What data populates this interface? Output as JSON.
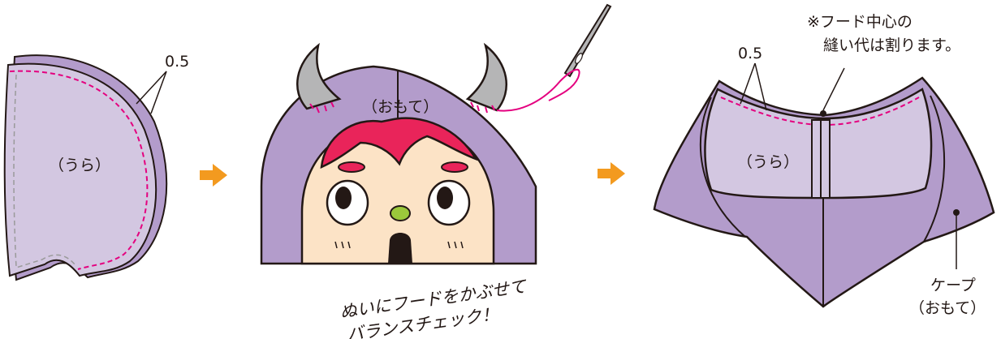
{
  "steps": {
    "step1": {
      "seam_allowance": "0.5",
      "side_label": "（うら）"
    },
    "step2": {
      "side_label": "（おもて）",
      "handwritten_note_line1": "ぬいにフードをかぶせて",
      "handwritten_note_line2": "バランスチェック！"
    },
    "step3": {
      "seam_allowance": "0.5",
      "center_note_line1": "※フード中心の",
      "center_note_line2": "縫い代は割ります。",
      "inner_label": "（うら）",
      "cape_label_line1": "ケープ",
      "cape_label_line2": "（おもて）"
    }
  },
  "colors": {
    "hood_purple": "#b39ccb",
    "hood_light": "#d3c7e1",
    "stitch_pink": "#e4007f",
    "horn_gray": "#b5b5b6",
    "hair_pink": "#e9245a",
    "face_skin": "#fce3c6",
    "arrow_orange": "#f39a1f",
    "nose_green": "#9bc83b",
    "outline": "#231815"
  },
  "icons": [
    "arrow-right-icon",
    "sewing-needle-icon"
  ]
}
